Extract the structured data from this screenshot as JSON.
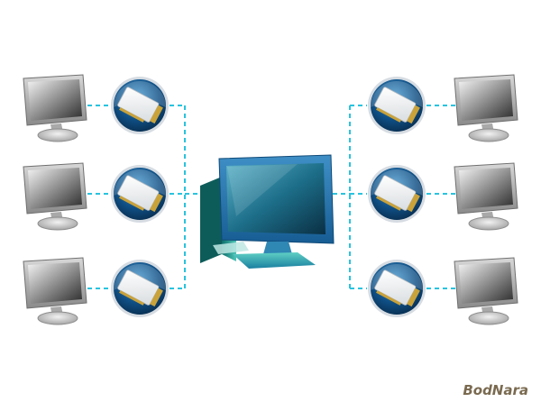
{
  "diagram": {
    "line_color": "#29c3de",
    "disc_color": "#0f4f85",
    "client_count": 6,
    "card_count": 6,
    "center_device": "server-computer-icon",
    "client_device": "monitor-icon",
    "card_device": "network-card-icon"
  },
  "watermark": {
    "text": "BodNara",
    "color": "#7a6a50"
  }
}
